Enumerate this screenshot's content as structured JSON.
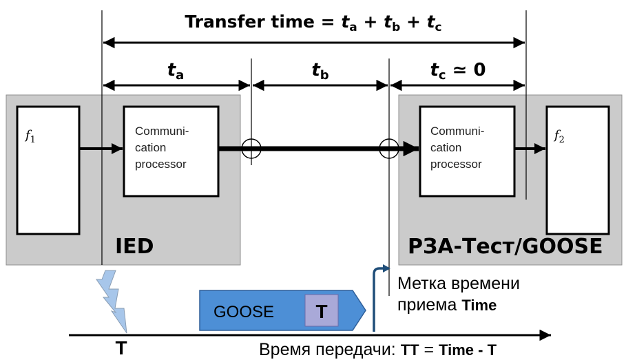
{
  "title": {
    "prefix": "Transfer time = ",
    "terms": [
      {
        "letter": "t",
        "sub": "a"
      },
      {
        "letter": "t",
        "sub": "b"
      },
      {
        "letter": "t",
        "sub": "c"
      }
    ],
    "plus": " + "
  },
  "intervals": {
    "ta": {
      "letter": "t",
      "sub": "a"
    },
    "tb": {
      "letter": "t",
      "sub": "b"
    },
    "tc": {
      "letter": "t",
      "sub": "c",
      "suffix": " ≃ 0"
    }
  },
  "left_device": {
    "name": "IED",
    "function_label": {
      "letter": "f",
      "sub": "1"
    },
    "processor_lines": [
      "Communi-",
      "cation",
      "processor"
    ]
  },
  "right_device": {
    "name": "РЗА-Тест/GOOSE",
    "function_label": {
      "letter": "f",
      "sub": "2"
    },
    "processor_lines": [
      "Communi-",
      "cation",
      "processor"
    ]
  },
  "packet": {
    "label": "GOOSE",
    "stamp": "T"
  },
  "timeline": {
    "event_mark": "T",
    "receive_note_lines": [
      "Метка времени",
      "приема "
    ],
    "receive_note_bold": "Time",
    "formula_prefix": "Время передачи: ",
    "formula_tt": "TT",
    "formula_eq": " = ",
    "formula_time": "Time",
    "formula_minus": "  - T"
  },
  "colors": {
    "device_fill": "#cbcbcb",
    "packet_fill": "#4d8fd6",
    "stamp_fill": "#a9a9d8",
    "lightning_fill": "#a7c6ea",
    "receive_marker": "#1f4e79"
  }
}
